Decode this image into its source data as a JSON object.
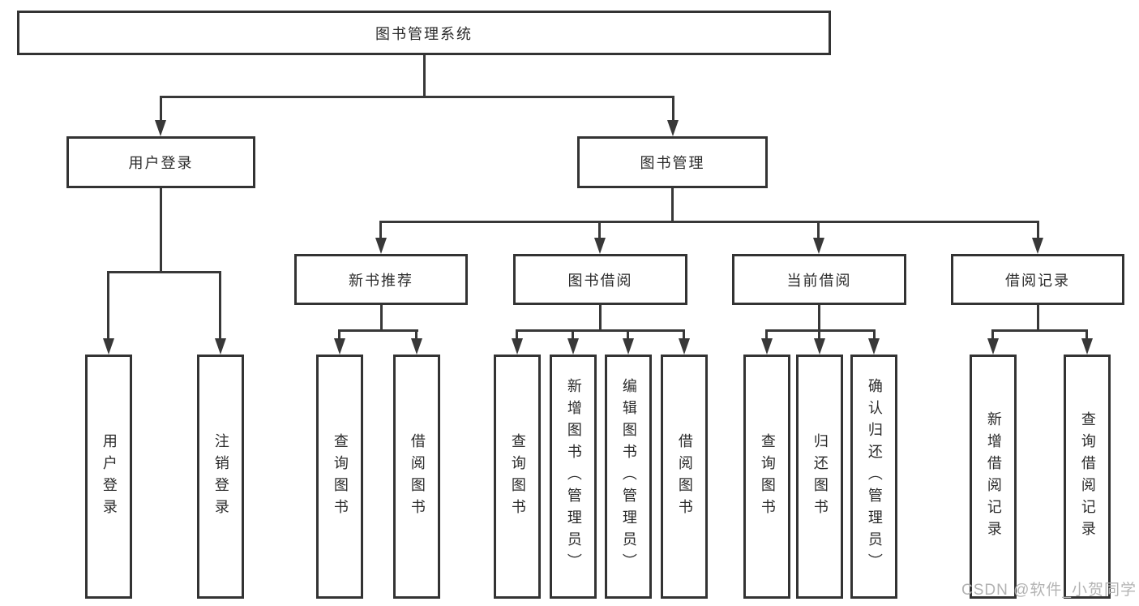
{
  "diagram": {
    "title_node": {
      "label": "图书管理系统"
    },
    "level2": [
      {
        "label": "用户登录"
      },
      {
        "label": "图书管理"
      }
    ],
    "level3": [
      {
        "label": "新书推荐"
      },
      {
        "label": "图书借阅"
      },
      {
        "label": "当前借阅"
      },
      {
        "label": "借阅记录"
      }
    ],
    "leaves": {
      "user_login": [
        "用户登录",
        "注销登录"
      ],
      "new_books": [
        "查询图书",
        "借阅图书"
      ],
      "book_borrow": [
        "查询图书",
        "新增图书（管理员）",
        "编辑图书（管理员）",
        "借阅图书"
      ],
      "current_borrow": [
        "查询图书",
        "归还图书",
        "确认归还（管理员）"
      ],
      "borrow_records": [
        "新增借阅记录",
        "查询借阅记录"
      ]
    }
  },
  "watermark": {
    "text": "CSDN @软件_小贺同学"
  },
  "colors": {
    "line": "#383838",
    "border": "#333333",
    "text": "#2b2b2b",
    "watermark": "#b3b3b3",
    "background": "#ffffff"
  }
}
